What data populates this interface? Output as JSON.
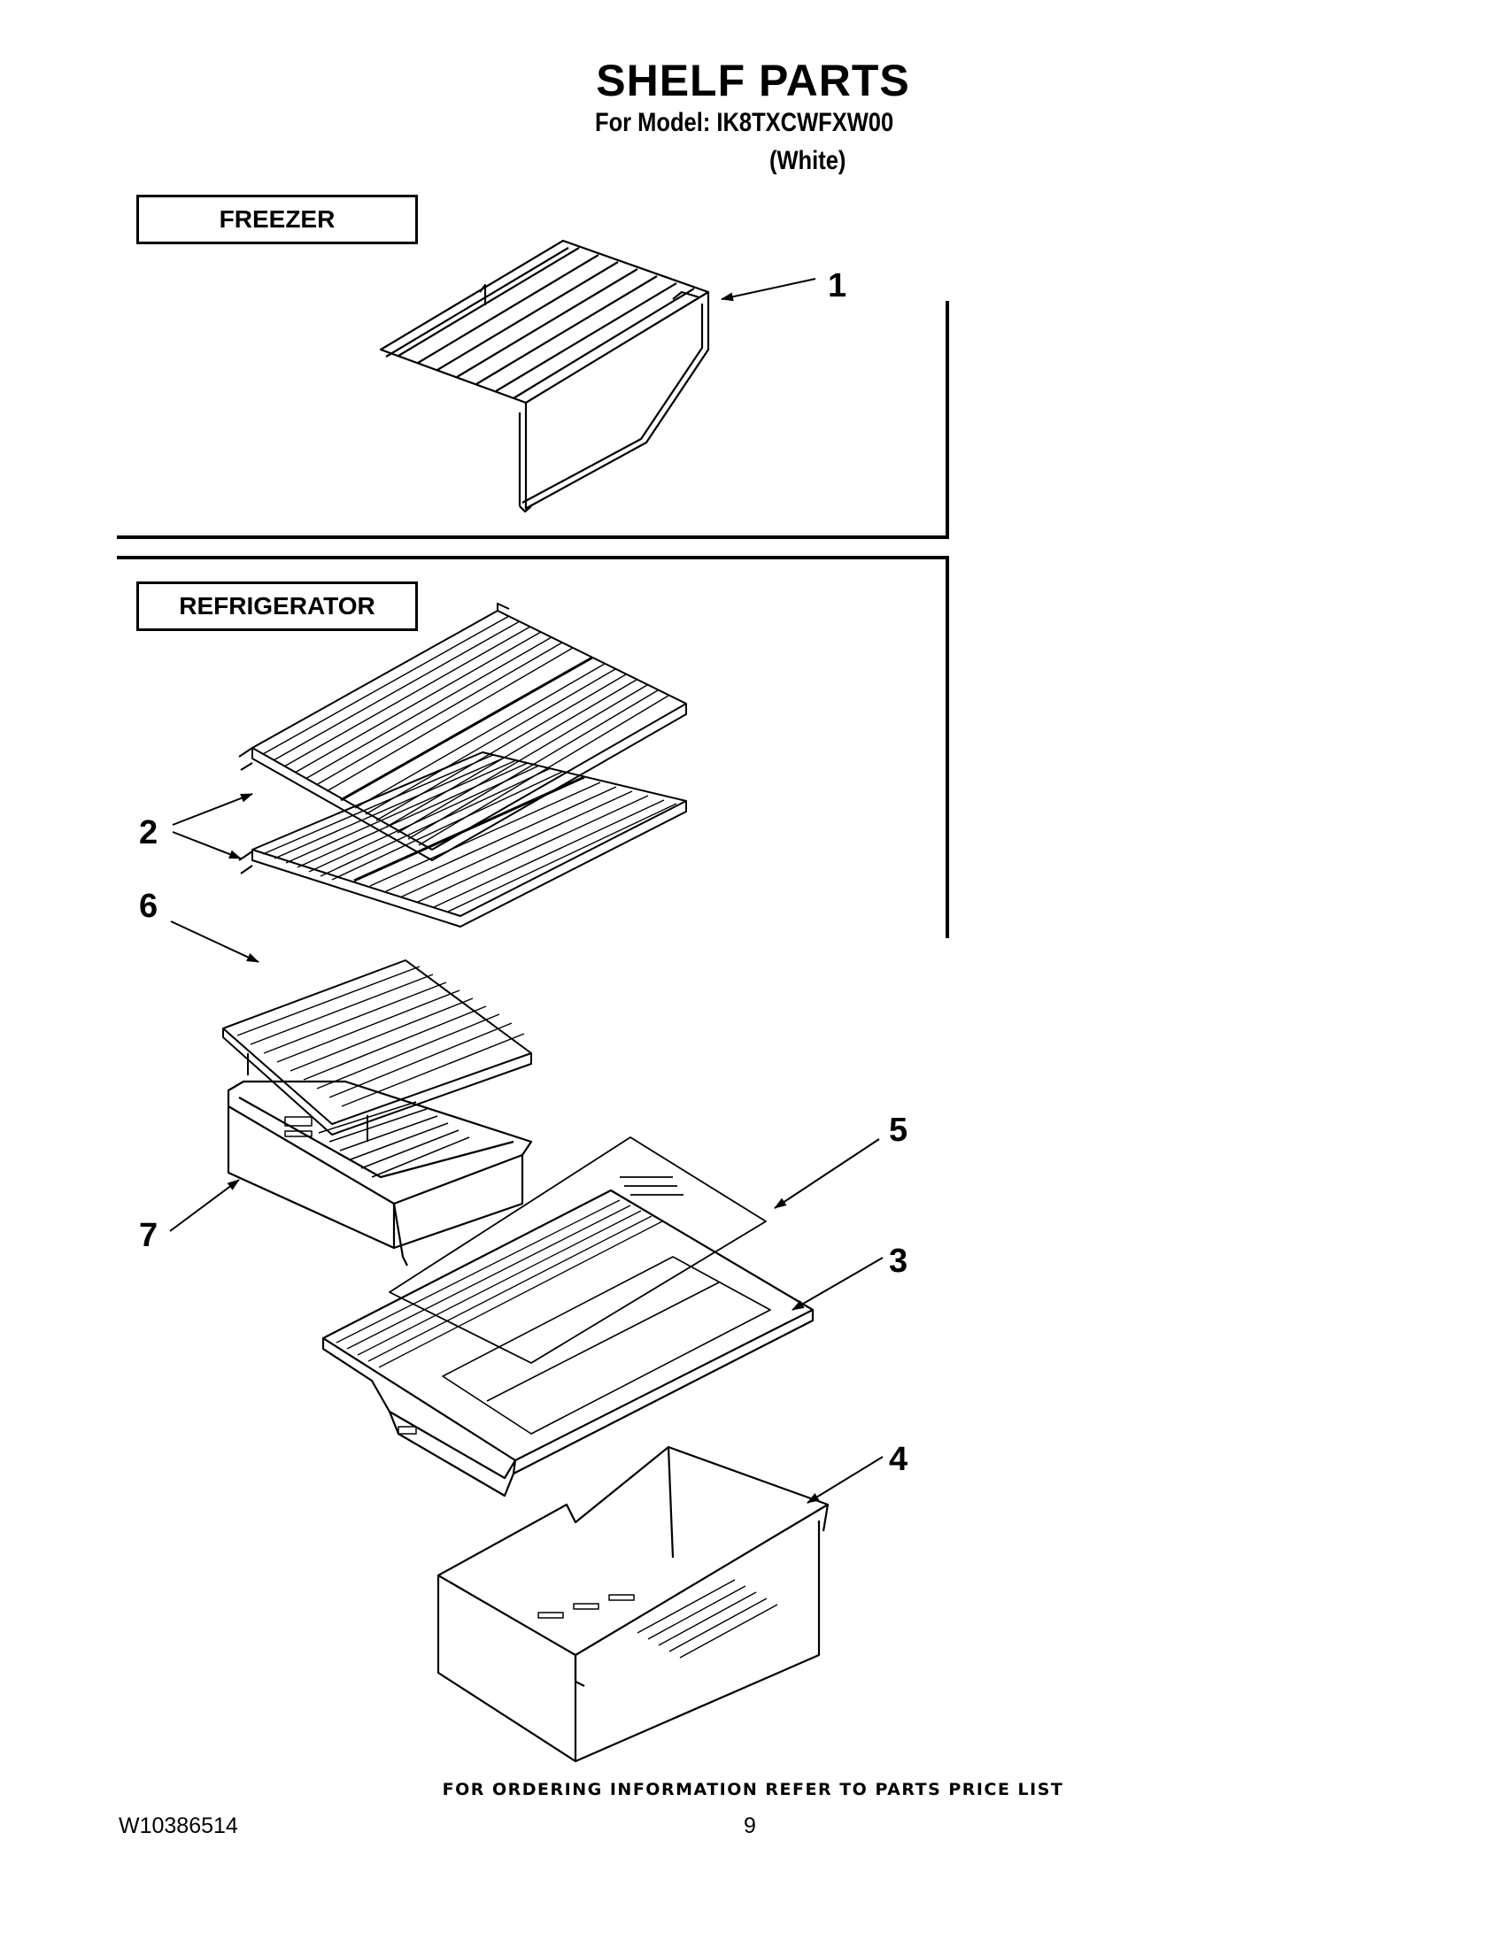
{
  "header": {
    "title": "SHELF PARTS",
    "model_line": "For Model: IK8TXCWFXW00",
    "color_line": "(White)"
  },
  "sections": {
    "freezer_label": "FREEZER",
    "refrigerator_label": "REFRIGERATOR"
  },
  "callouts": [
    "1",
    "2",
    "3",
    "4",
    "5",
    "6",
    "7"
  ],
  "footer": {
    "ordering_note": "FOR ORDERING INFORMATION REFER TO PARTS PRICE LIST",
    "document_number": "W10386514",
    "page_number": "9"
  },
  "colors": {
    "ink": "#000000",
    "paper": "#ffffff"
  }
}
